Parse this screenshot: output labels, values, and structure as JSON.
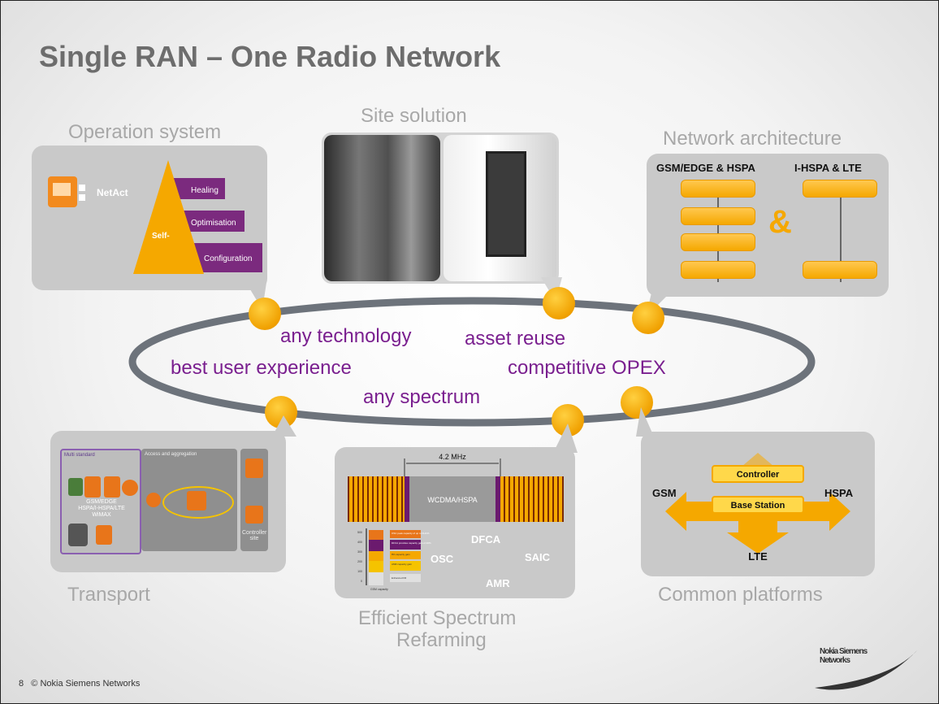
{
  "title": "Single RAN – One Radio Network",
  "labels": {
    "operation": "Operation system",
    "site": "Site solution",
    "network": "Network architecture",
    "transport": "Transport",
    "spectrum_line1": "Efficient Spectrum",
    "spectrum_line2": "Refarming",
    "platforms": "Common platforms"
  },
  "operation": {
    "netact": "NetAct",
    "self": "Self-",
    "healing": "Healing",
    "optimisation": "Optimisation",
    "configuration": "Configuration"
  },
  "network": {
    "left_header": "GSM/EDGE & HSPA",
    "right_header": "I-HSPA & LTE",
    "amp": "&"
  },
  "concepts": [
    "any technology",
    "asset reuse",
    "best user experience",
    "competitive OPEX",
    "any spectrum"
  ],
  "transport": {
    "multi_standard": "Multi standard",
    "access": "Access and aggregation",
    "gsm_edge": "GSM/EDGE",
    "stack": "HSPA/I-HSPA/LTE",
    "wimax": "WiMAX",
    "controller": "Controller site"
  },
  "spectrum": {
    "bandwidth": "4.2 MHz",
    "band": "WCDMA/HSPA",
    "features": [
      "DFCA",
      "OSC",
      "SAIC",
      "AMR"
    ],
    "chart_axis": "GSM capacity",
    "chart_ticks": [
      "500",
      "400",
      "300",
      "200",
      "100",
      "0"
    ],
    "legend": [
      "OSC peak capacity of up to DHA%",
      "DFCA provides capacity gain of 40%",
      "8% capacity gain",
      "AMR capacity gain",
      "Enhanced FR"
    ]
  },
  "platforms": {
    "gsm": "GSM",
    "hspa": "HSPA",
    "lte": "LTE",
    "controller": "Controller",
    "base_station": "Base Station"
  },
  "footer": {
    "page": "8",
    "copyright": "© Nokia Siemens Networks"
  },
  "logo": {
    "line1": "Nokia Siemens",
    "line2": "Networks"
  },
  "colors": {
    "accent_orange": "#f5a800",
    "purple": "#7a1f8f",
    "panel_gray": "#c9c9c9"
  }
}
